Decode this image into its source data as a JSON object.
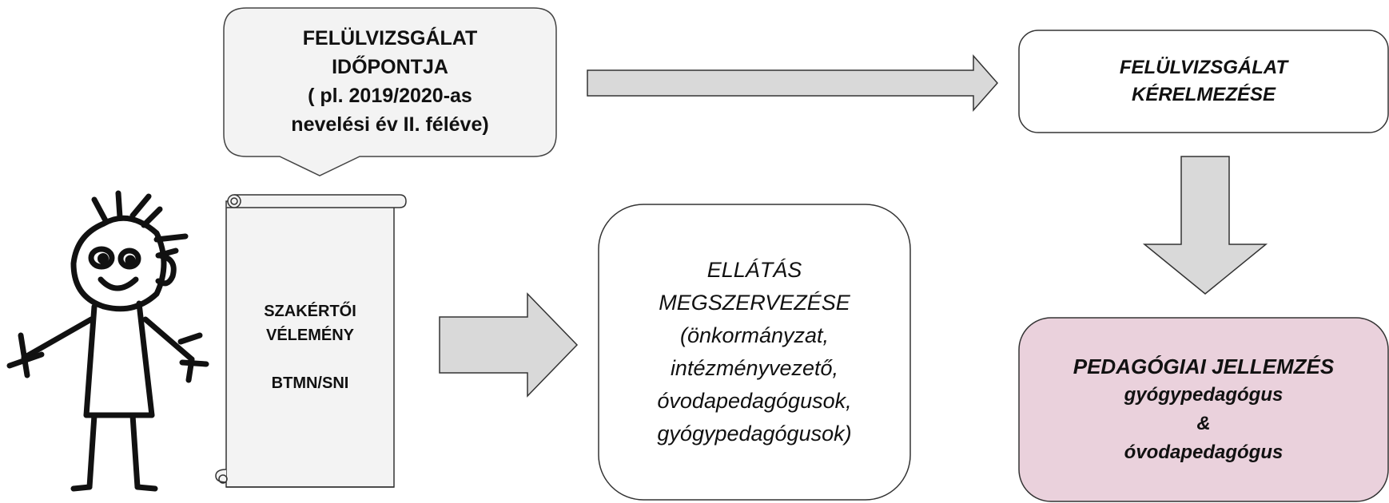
{
  "callout": {
    "lines": [
      "FELÜLVIZSGÁLAT",
      "IDŐPONTJA",
      "( pl. 2019/2020-as",
      "nevelési év II. féléve)"
    ]
  },
  "scroll": {
    "line1": "SZAKÉRTŐI",
    "line2": "VÉLEMÉNY",
    "line3": "BTMN/SNI"
  },
  "request_box": {
    "lines": [
      "FELÜLVIZSGÁLAT",
      "KÉRELMEZÉSE"
    ]
  },
  "provision_box": {
    "lines": [
      "ELLÁTÁS",
      "MEGSZERVEZÉSE",
      "(önkormányzat,",
      "intézményvezető,",
      "óvodapedagógusok,",
      "gyógypedagógusok)"
    ]
  },
  "characterization_box": {
    "title": "PEDAGÓGIAI JELLEMZÉS",
    "lines": [
      "gyógypedagógus",
      "&",
      "óvodapedagógus"
    ]
  },
  "colors": {
    "callout_fill": "#f3f3f3",
    "arrow_fill": "#d9d9d9",
    "pink_fill": "#ead1dc",
    "stroke": "#333333"
  }
}
